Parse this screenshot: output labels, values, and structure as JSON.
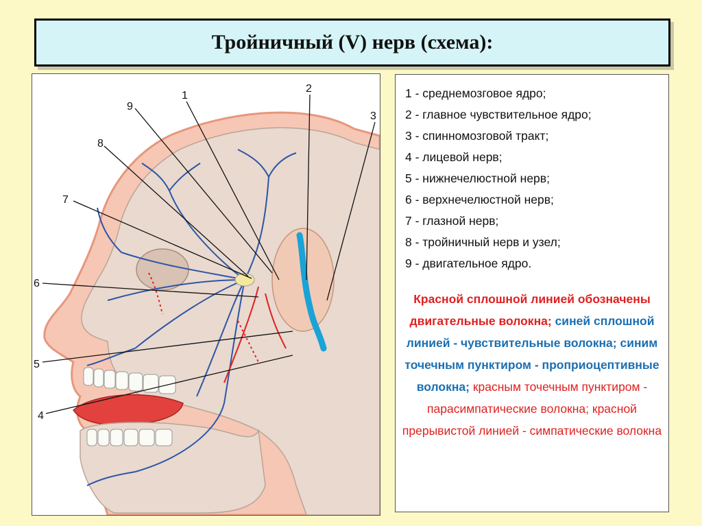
{
  "title": "Тройничный (V) нерв (схема):",
  "figure": {
    "callouts": [
      "1",
      "2",
      "3",
      "4",
      "5",
      "6",
      "7",
      "8",
      "9"
    ]
  },
  "legend": {
    "items": [
      "1 - среднемозговое ядро;",
      "2 - главное чувствительное ядро;",
      "3 - спинномозговой тракт;",
      "4 - лицевой нерв;",
      "5 - нижнечелюстной нерв;",
      "6 - верхнечелюстной нерв;",
      "7 - глазной нерв;",
      "8 - тройничный нерв и узел;",
      "9 - двигательное ядро."
    ],
    "note": {
      "motor": "Красной сплошной линией обозначены двигательные волокна;",
      "sensory": "синей сплошной линией - чувствительные волокна;",
      "proprio": "синим точечным пунктиром - проприоцептивные волокна;",
      "parasym": "красным точечным пунктиром - парасимпатические волокна;",
      "sym": "красной прерывистой линией - симпатические волокна"
    }
  },
  "colors": {
    "background": "#fcf9c7",
    "title_bg": "#d5f4f7",
    "motor": "#e02020",
    "sensory": "#1a6fb3"
  }
}
